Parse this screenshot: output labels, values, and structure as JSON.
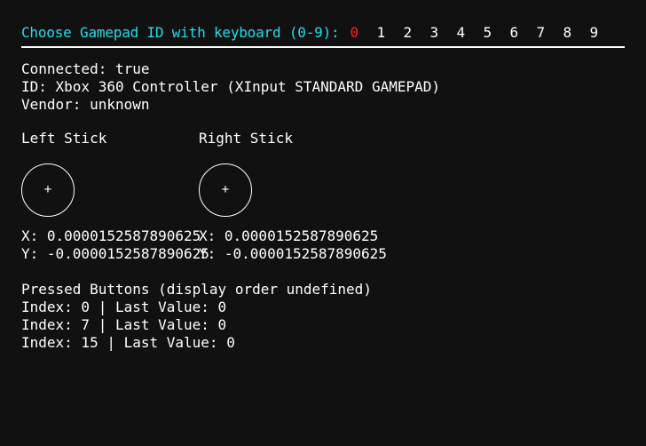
{
  "header": {
    "title": "Choose Gamepad ID with keyboard (0-9):",
    "ids": [
      "0",
      "1",
      "2",
      "3",
      "4",
      "5",
      "6",
      "7",
      "8",
      "9"
    ],
    "active_id": "0"
  },
  "info": {
    "connected": "Connected: true",
    "id": "ID: Xbox 360 Controller (XInput STANDARD GAMEPAD)",
    "vendor": "Vendor: unknown"
  },
  "sticks": {
    "left": {
      "title": "Left Stick",
      "marker": "+",
      "x": "X: 0.0000152587890625",
      "y": "Y: -0.0000152587890625"
    },
    "right": {
      "title": "Right Stick",
      "marker": "+",
      "x": "X: 0.0000152587890625",
      "y": "Y: -0.0000152587890625"
    }
  },
  "buttons": {
    "title": "Pressed Buttons (display order undefined)",
    "items": [
      "Index: 0 | Last Value: 0",
      "Index: 7 | Last Value: 0",
      "Index: 15 | Last Value: 0"
    ]
  },
  "colors": {
    "header_accent": "#22dded",
    "active_id": "#ff2020",
    "background": "#111111",
    "text": "#ffffff"
  }
}
